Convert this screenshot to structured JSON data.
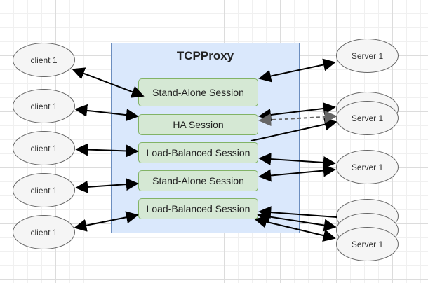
{
  "proxy": {
    "title": "TCPProxy"
  },
  "sessions": [
    {
      "label": "Stand-Alone Session"
    },
    {
      "label": "HA Session"
    },
    {
      "label": "Load-Balanced Session"
    },
    {
      "label": "Stand-Alone Session"
    },
    {
      "label": "Load-Balanced Session"
    }
  ],
  "clients": [
    {
      "label": "client 1"
    },
    {
      "label": "client 1"
    },
    {
      "label": "client 1"
    },
    {
      "label": "client 1"
    },
    {
      "label": "client 1"
    }
  ],
  "servers": [
    {
      "label": "Server 1"
    },
    {
      "label": ""
    },
    {
      "label": "Server 1"
    },
    {
      "label": "Server 1"
    },
    {
      "label": ""
    },
    {
      "label": ""
    },
    {
      "label": "Server 1"
    }
  ],
  "colors": {
    "proxy_fill": "#dae8fc",
    "proxy_stroke": "#6c8ebf",
    "session_fill": "#d5e8d4",
    "session_stroke": "#82b366",
    "node_fill": "#f5f5f5",
    "node_stroke": "#666666",
    "edge": "#000000",
    "standby_edge": "#666666"
  }
}
